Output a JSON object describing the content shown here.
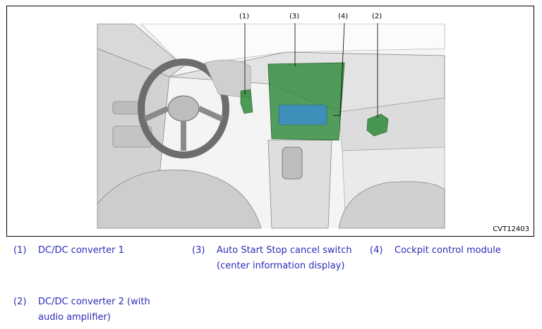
{
  "figure": {
    "code": "CVT12403",
    "callouts": [
      "(1)",
      "(3)",
      "(4)",
      "(2)"
    ]
  },
  "legend": [
    {
      "num": "(1)",
      "lines": [
        "DC/DC converter 1"
      ]
    },
    {
      "num": "(3)",
      "lines": [
        "Auto Start Stop cancel switch",
        "(center information display)"
      ]
    },
    {
      "num": "(4)",
      "lines": [
        "Cockpit control module"
      ]
    },
    {
      "num": "(2)",
      "lines": [
        "DC/DC converter 2 (with",
        "audio amplifier)"
      ]
    }
  ],
  "colors": {
    "legend_text": "#2c2cb8",
    "highlight_green": "#2f8a3a",
    "highlight_blue": "#3c8fc4"
  }
}
